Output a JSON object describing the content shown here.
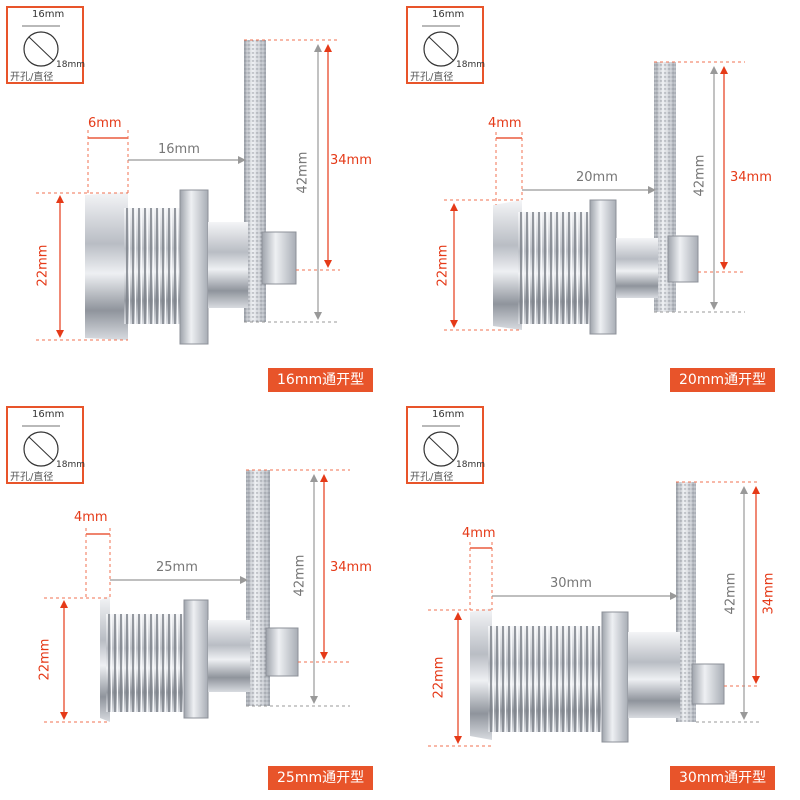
{
  "colors": {
    "accent": "#e8542a",
    "dimension_red": "#e53a18",
    "dimension_gray": "#888888",
    "metal": "#c9ccd1"
  },
  "hole_inset": {
    "width_label": "16mm",
    "diameter_label": "18mm",
    "caption": "开孔/直径"
  },
  "panels": [
    {
      "thread_length": "16mm",
      "cam_width": "6mm",
      "outer_height": "42mm",
      "inner_height": "34mm",
      "head_diameter": "22mm",
      "badge": "16mm通开型"
    },
    {
      "thread_length": "20mm",
      "cam_width": "4mm",
      "outer_height": "42mm",
      "inner_height": "34mm",
      "head_diameter": "22mm",
      "badge": "20mm通开型"
    },
    {
      "thread_length": "25mm",
      "cam_width": "4mm",
      "outer_height": "42mm",
      "inner_height": "34mm",
      "head_diameter": "22mm",
      "badge": "25mm通开型"
    },
    {
      "thread_length": "30mm",
      "cam_width": "4mm",
      "outer_height": "42mm",
      "inner_height": "34mm",
      "head_diameter": "22mm",
      "badge": "30mm通开型"
    }
  ]
}
